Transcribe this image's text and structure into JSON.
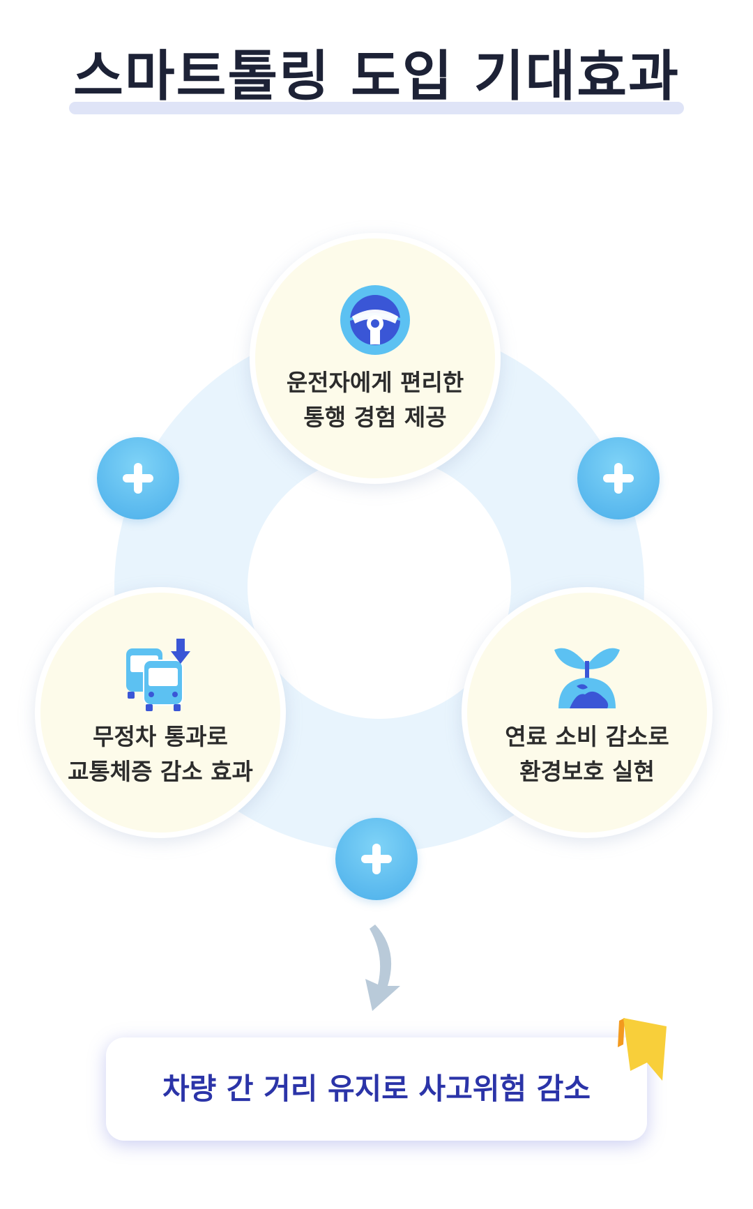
{
  "title": "스마트톨링 도입 기대효과",
  "nodes": {
    "top": {
      "icon": "steering-wheel-icon",
      "line1": "운전자에게 편리한",
      "line2": "통행 경험 제공"
    },
    "left": {
      "icon": "buses-download-icon",
      "line1": "무정차 통과로",
      "line2": "교통체증 감소 효과"
    },
    "right": {
      "icon": "sprout-globe-icon",
      "line1": "연료 소비 감소로",
      "line2": "환경보호 실현"
    }
  },
  "connectors": {
    "icon": "plus-icon"
  },
  "result": {
    "text": "차량 간 거리 유지로 사고위험 감소"
  },
  "colors": {
    "title": "#1d2236",
    "ring": "#e8f4fd",
    "node_fill": "#fdfbea",
    "plus_fill": "#5ab9ee",
    "icon_blue": "#3a56d6",
    "icon_light": "#5cc1f2",
    "result_text": "#2b34a8",
    "bookmark": "#f8cf3a"
  }
}
